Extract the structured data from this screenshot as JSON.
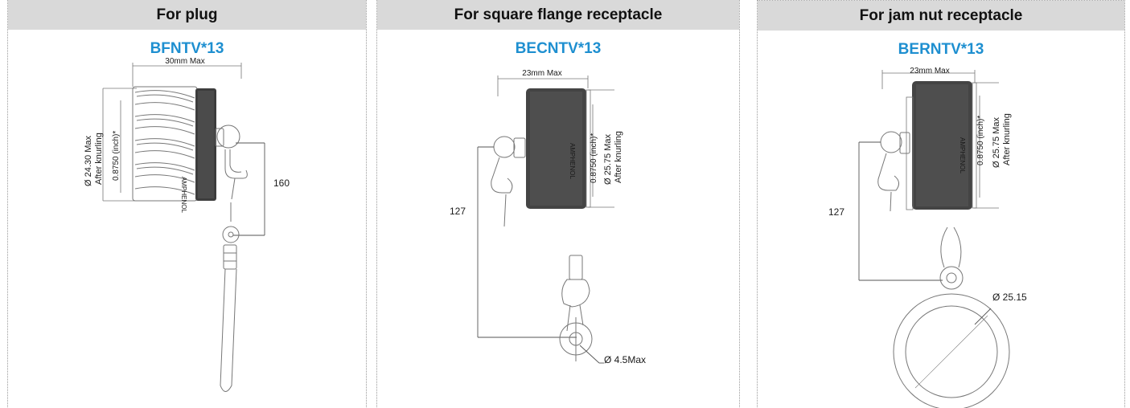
{
  "panels": [
    {
      "title": "For plug",
      "part_number": "BFNTV*13",
      "dims": {
        "width": "30mm Max",
        "dia_max": "Ø 24.30 Max",
        "after_knurling": "After  knurling",
        "thread": "0.8750 (inch)*",
        "lanyard": "160",
        "brand": "AMPHENOL"
      }
    },
    {
      "title": "For square flange receptacle",
      "part_number": "BECNTV*13",
      "dims": {
        "width": "23mm Max",
        "thread": "0.8750 (inch)*",
        "dia_max": "Ø  25.75 Max",
        "after_knurling": "After  knurling",
        "lanyard": "127",
        "hole": "Ø 4.5Max",
        "brand": "AMPHENOL"
      }
    },
    {
      "title": "For jam nut receptacle",
      "part_number": "BERNTV*13",
      "dims": {
        "width": "23mm Max",
        "thread": "0.8750 (inch)*",
        "dia_max": "Ø 25.75 Max",
        "after_knurling": "After  knurling",
        "lanyard": "127",
        "ring": "Ø 25.15",
        "brand": "AMPHENOL"
      }
    }
  ],
  "colors": {
    "header_bg": "#d9d9d9",
    "part_number": "#1e8fd0"
  }
}
